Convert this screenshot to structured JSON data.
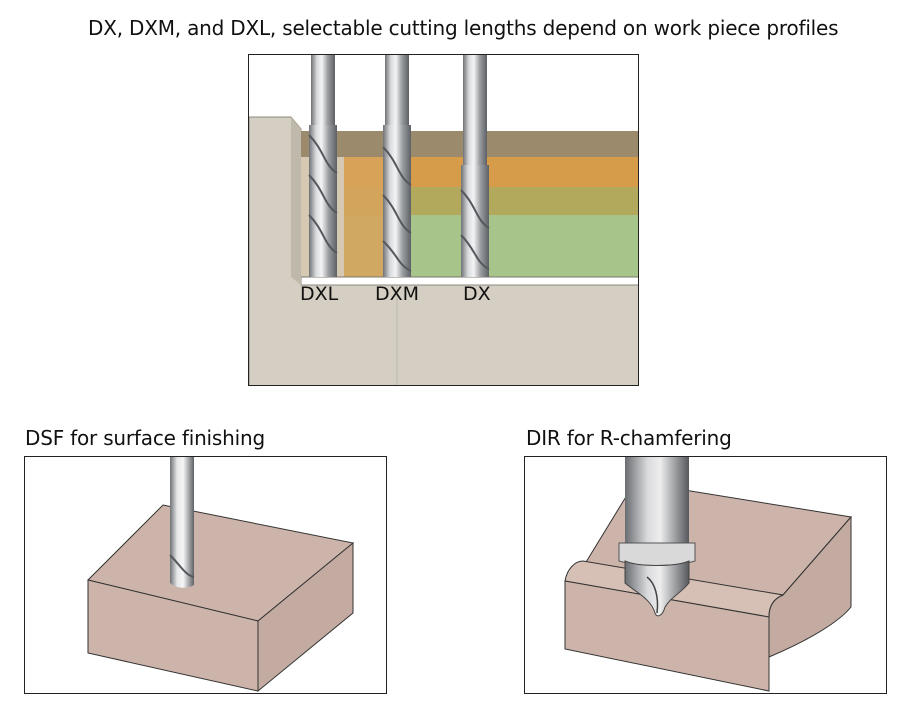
{
  "headings": {
    "top": "DX, DXM, and DXL, selectable cutting lengths depend on work piece profiles",
    "dsf": "DSF for surface finishing",
    "dir": "DIR for R-chamfering"
  },
  "tool_labels": {
    "dxl": "DXL",
    "dxm": "DXM",
    "dx": "DX"
  },
  "colors": {
    "workpiece_light": "#d4cfc2",
    "layer_brown": "#9c8a6c",
    "layer_orange": "#d79c4a",
    "layer_olive": "#b3a95c",
    "layer_green": "#a7c48a",
    "block_pink": "#cdb4aa",
    "tool_steel": "#a8aaad"
  }
}
